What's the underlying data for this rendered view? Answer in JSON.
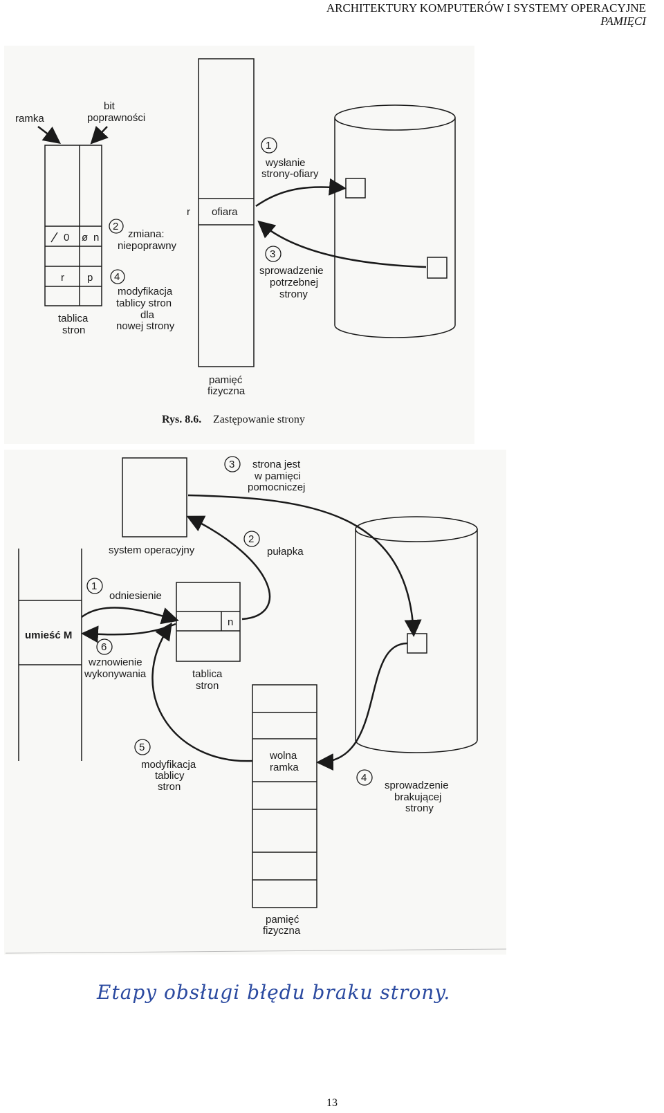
{
  "header": {
    "title": "ARCHITEKTURY KOMPUTERÓW I SYSTEMY OPERACYJNE",
    "subtitle": "PAMIĘCI"
  },
  "figure1": {
    "label_ramka": "ramka",
    "label_bit_l1": "bit",
    "label_bit_l2": "poprawności",
    "cell_frame_old": "0",
    "cell_bit_old": "n",
    "cell_r": "r",
    "cell_p": "p",
    "label_tablica_l1": "tablica",
    "label_tablica_l2": "stron",
    "step2_num": "2",
    "step2_l1": "zmiana:",
    "step2_l2": "niepoprawny",
    "step4_num": "4",
    "step4_l1": "modyfikacja",
    "step4_l2": "tablicy stron",
    "step4_l3": "dla",
    "step4_l4": "nowej strony",
    "mem_r": "r",
    "mem_victim": "ofiara",
    "mem_label_l1": "pamięć",
    "mem_label_l2": "fizyczna",
    "step1_num": "1",
    "step1_l1": "wysłanie",
    "step1_l2": "strony-ofiary",
    "step3_num": "3",
    "step3_l1": "sprowadzenie",
    "step3_l2": "potrzebnej",
    "step3_l3": "strony",
    "caption_bold": "Rys. 8.6.",
    "caption_text": "Zastępowanie strony"
  },
  "figure2": {
    "os_label": "system operacyjny",
    "step3_num": "3",
    "step3_l1": "strona jest",
    "step3_l2": "w pamięci",
    "step3_l3": "pomocniczej",
    "step2_num": "2",
    "step2_l1": "pułapka",
    "step1_num": "1",
    "step1_l1": "odniesienie",
    "instr": "umieść M",
    "table_cell_n": "n",
    "table_l1": "tablica",
    "table_l2": "stron",
    "step6_num": "6",
    "step6_l1": "wznowienie",
    "step6_l2": "wykonywania",
    "step5_num": "5",
    "step5_l1": "modyfikacja",
    "step5_l2": "tablicy",
    "step5_l3": "stron",
    "free_l1": "wolna",
    "free_l2": "ramka",
    "step4_num": "4",
    "step4_l1": "sprowadzenie",
    "step4_l2": "brakującej",
    "step4_l3": "strony",
    "mem_l1": "pamięć",
    "mem_l2": "fizyczna"
  },
  "handwritten_note": "Etapy obsługi błędu braku strony.",
  "page_number": "13"
}
